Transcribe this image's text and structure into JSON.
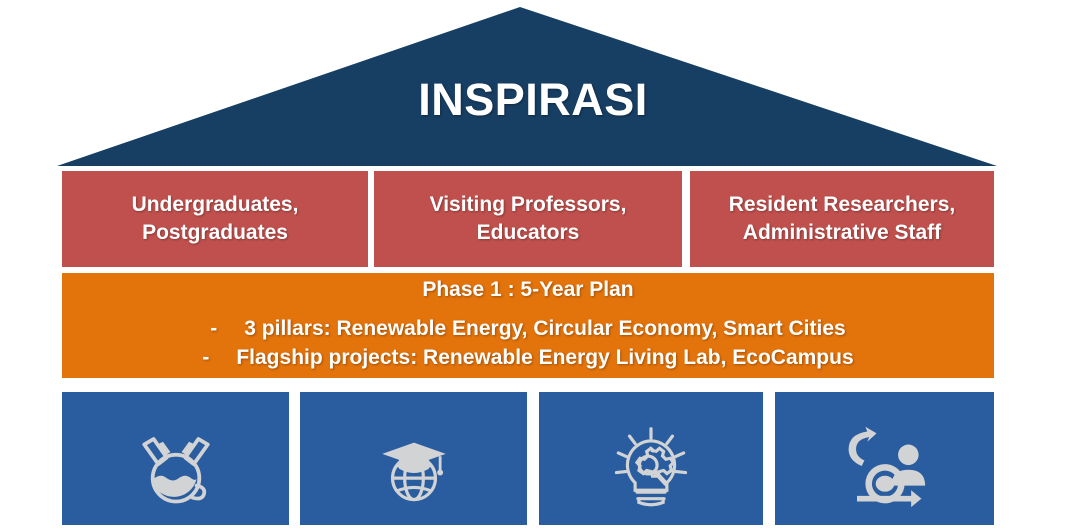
{
  "roof": {
    "title": "INSPIRASI",
    "fill_color": "#173E63",
    "text_color": "#FFFFFF"
  },
  "audience_row": {
    "fill_color": "#C0504D",
    "text_color": "#FFFFFF",
    "boxes": [
      {
        "name": "students",
        "line1": "Undergraduates,",
        "line2": "Postgraduates"
      },
      {
        "name": "faculty",
        "line1": "Visiting Professors,",
        "line2": "Educators"
      },
      {
        "name": "staff",
        "line1": "Resident Researchers,",
        "line2": "Administrative Staff"
      }
    ]
  },
  "phase_band": {
    "fill_color": "#E3730B",
    "text_color": "#FFFFFF",
    "title": "Phase 1 : 5-Year Plan",
    "bullets": [
      {
        "marker": "-",
        "text": "3 pillars: Renewable Energy, Circular Economy, Smart Cities"
      },
      {
        "marker": "-",
        "text": "Flagship projects: Renewable Energy Living Lab, EcoCampus"
      }
    ]
  },
  "pillars": {
    "fill_color": "#2A5D9F",
    "icon_color": "#D2D3D4",
    "boxes": [
      {
        "icon": "chemistry-flask-icon"
      },
      {
        "icon": "graduation-cap-globe-icon"
      },
      {
        "icon": "lightbulb-gear-icon"
      },
      {
        "icon": "cycle-person-icon"
      }
    ]
  }
}
